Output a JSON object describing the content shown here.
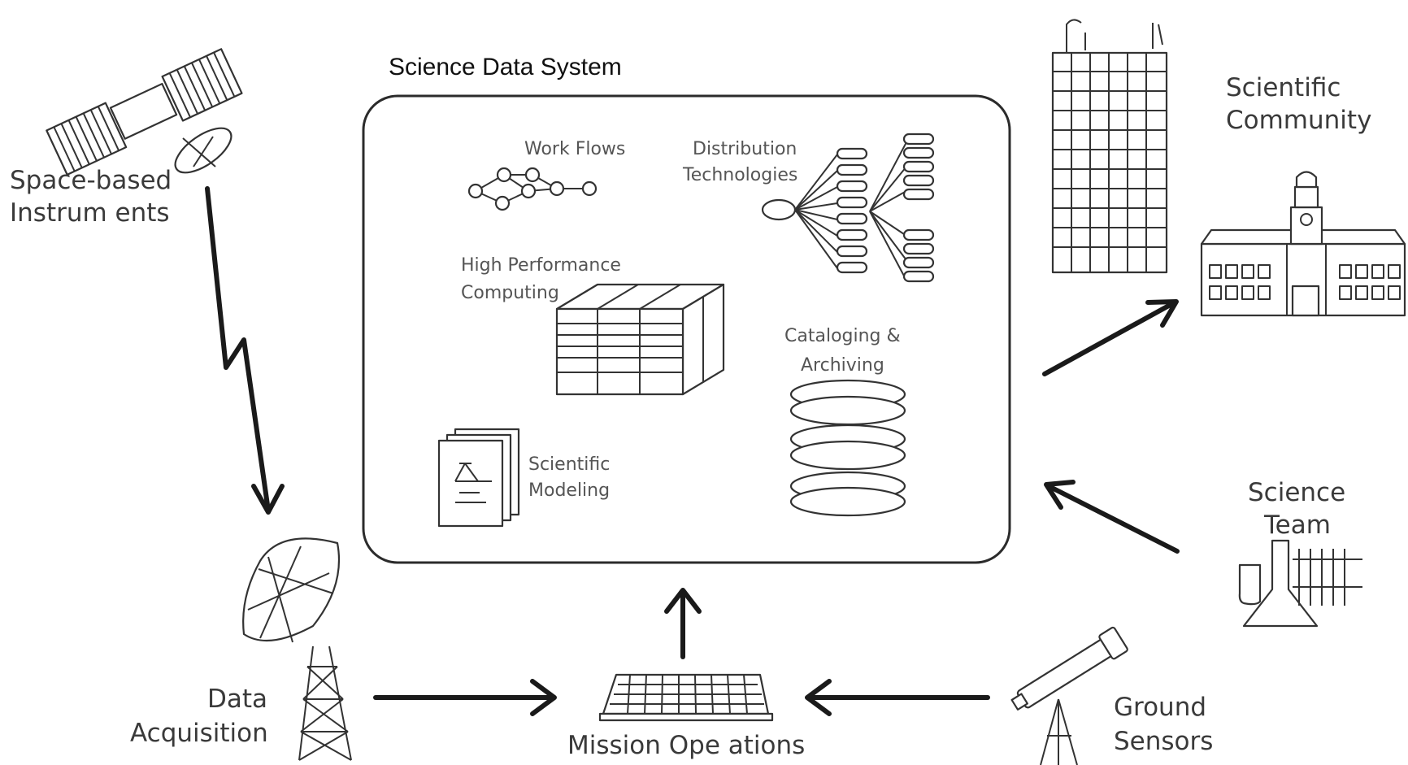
{
  "title": "Science Data System",
  "nodes": {
    "space_instruments": [
      "Space-based",
      "Instrum ents"
    ],
    "data_acquisition": [
      "Data",
      "Acquisition"
    ],
    "mission_operations": [
      "Mission Ope ations"
    ],
    "ground_sensors": [
      "Ground",
      "Sensors"
    ],
    "science_team": [
      "Science",
      "Team"
    ],
    "scientific_community": [
      "Scientific",
      "Community"
    ]
  },
  "system_components": {
    "workflows": [
      "Work Flows"
    ],
    "distribution": [
      "Distribution",
      "Technologies"
    ],
    "hpc": [
      "High Performance",
      "Computing"
    ],
    "cataloging": [
      "Cataloging &",
      "Archiving"
    ],
    "modeling": [
      "Scientific",
      "Modeling"
    ]
  }
}
